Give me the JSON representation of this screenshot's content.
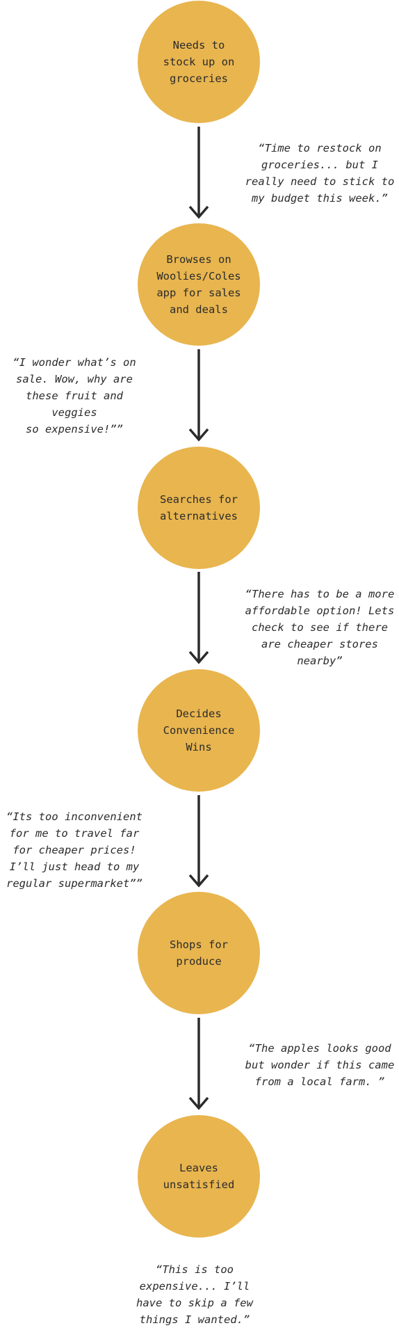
{
  "steps": [
    {
      "label": "Needs to\nstock up on\ngroceries"
    },
    {
      "label": "Browses on\nWoolies/Coles\napp for sales\nand deals"
    },
    {
      "label": "Searches for\nalternatives"
    },
    {
      "label": "Decides\nConvenience\nWins"
    },
    {
      "label": "Shops for\nproduce"
    },
    {
      "label": "Leaves\nunsatisfied"
    }
  ],
  "quotes": [
    {
      "text": "“Time to restock on\ngroceries... but I\nreally need to stick to\nmy budget this week.”"
    },
    {
      "text": "“I wonder what’s on\nsale. Wow, why are\nthese fruit and veggies\nso expensive!””"
    },
    {
      "text": "“There has to be a more\naffordable option! Lets\ncheck to see if there\nare cheaper stores\nnearby”"
    },
    {
      "text": "“Its too inconvenient\nfor me to travel far\nfor cheaper prices!\nI’ll just head to my\nregular supermarket””"
    },
    {
      "text": "“The apples looks good\nbut wonder if this came\nfrom a local farm. ”"
    },
    {
      "text": "“This is too\nexpensive... I’ll\nhave to skip a few\nthings I wanted.”"
    }
  ],
  "colors": {
    "node_fill": "#E8B54F",
    "arrow": "#2b2b2b",
    "text": "#2b2b2b"
  }
}
